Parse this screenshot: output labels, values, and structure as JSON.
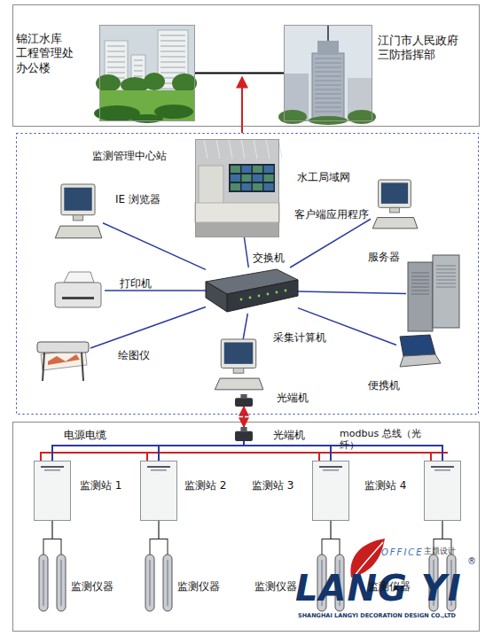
{
  "diagram": {
    "nodes": [
      {
        "text": [
          "锦江水库 工程管理处 办公楼"
        ]
      },
      {
        "text": [
          "江门市人民政府 三防指挥部"
        ]
      },
      {
        "text": [
          "水工局域网"
        ]
      },
      {
        "text": [
          "监测管理中心站"
        ],
        "in": 2
      },
      {
        "text": [
          "IE 浏览器"
        ],
        "in": 2
      },
      {
        "text": [
          "客户端应用程序"
        ],
        "in": 2
      },
      {
        "text": [
          "交换机"
        ],
        "in": 2
      },
      {
        "text": [
          "打印机"
        ],
        "in": 2
      },
      {
        "text": [
          "服务器"
        ],
        "in": 2
      },
      {
        "text": [
          "绘图仪"
        ],
        "in": 2
      },
      {
        "text": [
          "采集计算机"
        ],
        "in": 2
      },
      {
        "text": [
          "便携机"
        ],
        "in": 2
      },
      {
        "text": [
          "光端机"
        ],
        "in": 2
      },
      {
        "text": [
          "光端机"
        ]
      },
      {
        "text": [
          "监测站 1"
        ]
      },
      {
        "text": [
          "监测站 2"
        ]
      },
      {
        "text": [
          "监测站 3"
        ]
      },
      {
        "text": [
          "监测站 4"
        ]
      },
      {
        "text": [
          "监测仪器"
        ]
      },
      {
        "text": [
          "监测仪器"
        ]
      },
      {
        "text": [
          "监测仪器"
        ]
      },
      {
        "text": [
          "监测仪器"
        ]
      }
    ],
    "edges": [
      {
        "from": 0,
        "to": 1,
        "arrow": "none"
      },
      {
        "from": 6,
        "to": 3,
        "arrow": "none"
      },
      {
        "from": 6,
        "to": 4,
        "arrow": "none"
      },
      {
        "from": 6,
        "to": 5,
        "arrow": "none"
      },
      {
        "from": 6,
        "to": 7,
        "arrow": "none"
      },
      {
        "from": 6,
        "to": 8,
        "arrow": "none"
      },
      {
        "from": 6,
        "to": 9,
        "arrow": "none"
      },
      {
        "from": 6,
        "to": 10,
        "arrow": "none"
      },
      {
        "from": 6,
        "to": 11,
        "arrow": "none"
      },
      {
        "from": 12,
        "to": 13,
        "arrow": "both"
      },
      {
        "from": 13,
        "to": 14,
        "arrow": "none"
      },
      {
        "from": 13,
        "to": 15,
        "arrow": "none"
      },
      {
        "from": 13,
        "to": 16,
        "arrow": "none"
      },
      {
        "from": 13,
        "to": 17,
        "arrow": "none"
      },
      {
        "from": 14,
        "to": 18,
        "arrow": "none"
      },
      {
        "from": 15,
        "to": 19,
        "arrow": "none"
      },
      {
        "from": 16,
        "to": 20,
        "arrow": "none"
      },
      {
        "from": 17,
        "to": 21,
        "arrow": "none"
      }
    ],
    "labels": [
      "电源电缆",
      "modbus 总线（光 纤）",
      "OFFICE",
      "主题设计",
      "LANG YI",
      "®",
      "SHANGHAI LANGYI DECORATION DESIGN CO.,LTD"
    ]
  }
}
